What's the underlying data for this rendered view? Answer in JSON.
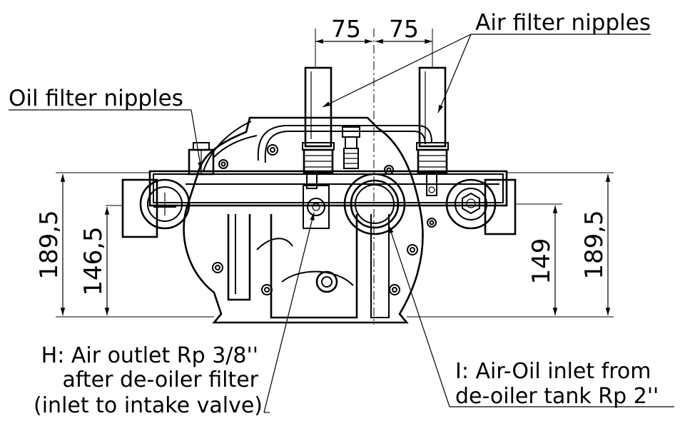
{
  "dimensions": {
    "top_left": "75",
    "top_right": "75",
    "left_outer": "189,5",
    "left_inner": "146,5",
    "right_inner": "149",
    "right_outer": "189,5"
  },
  "labels": {
    "air_filter_nipples": "Air filter nipples",
    "oil_filter_nipples": "Oil filter nipples",
    "h_line1": "H: Air outlet Rp 3/8''",
    "h_line2": "after de-oiler filter",
    "h_line3": "(inlet to intake valve)",
    "i_line1": "I: Air-Oil inlet from",
    "i_line2": "de-oiler tank Rp 2''"
  }
}
